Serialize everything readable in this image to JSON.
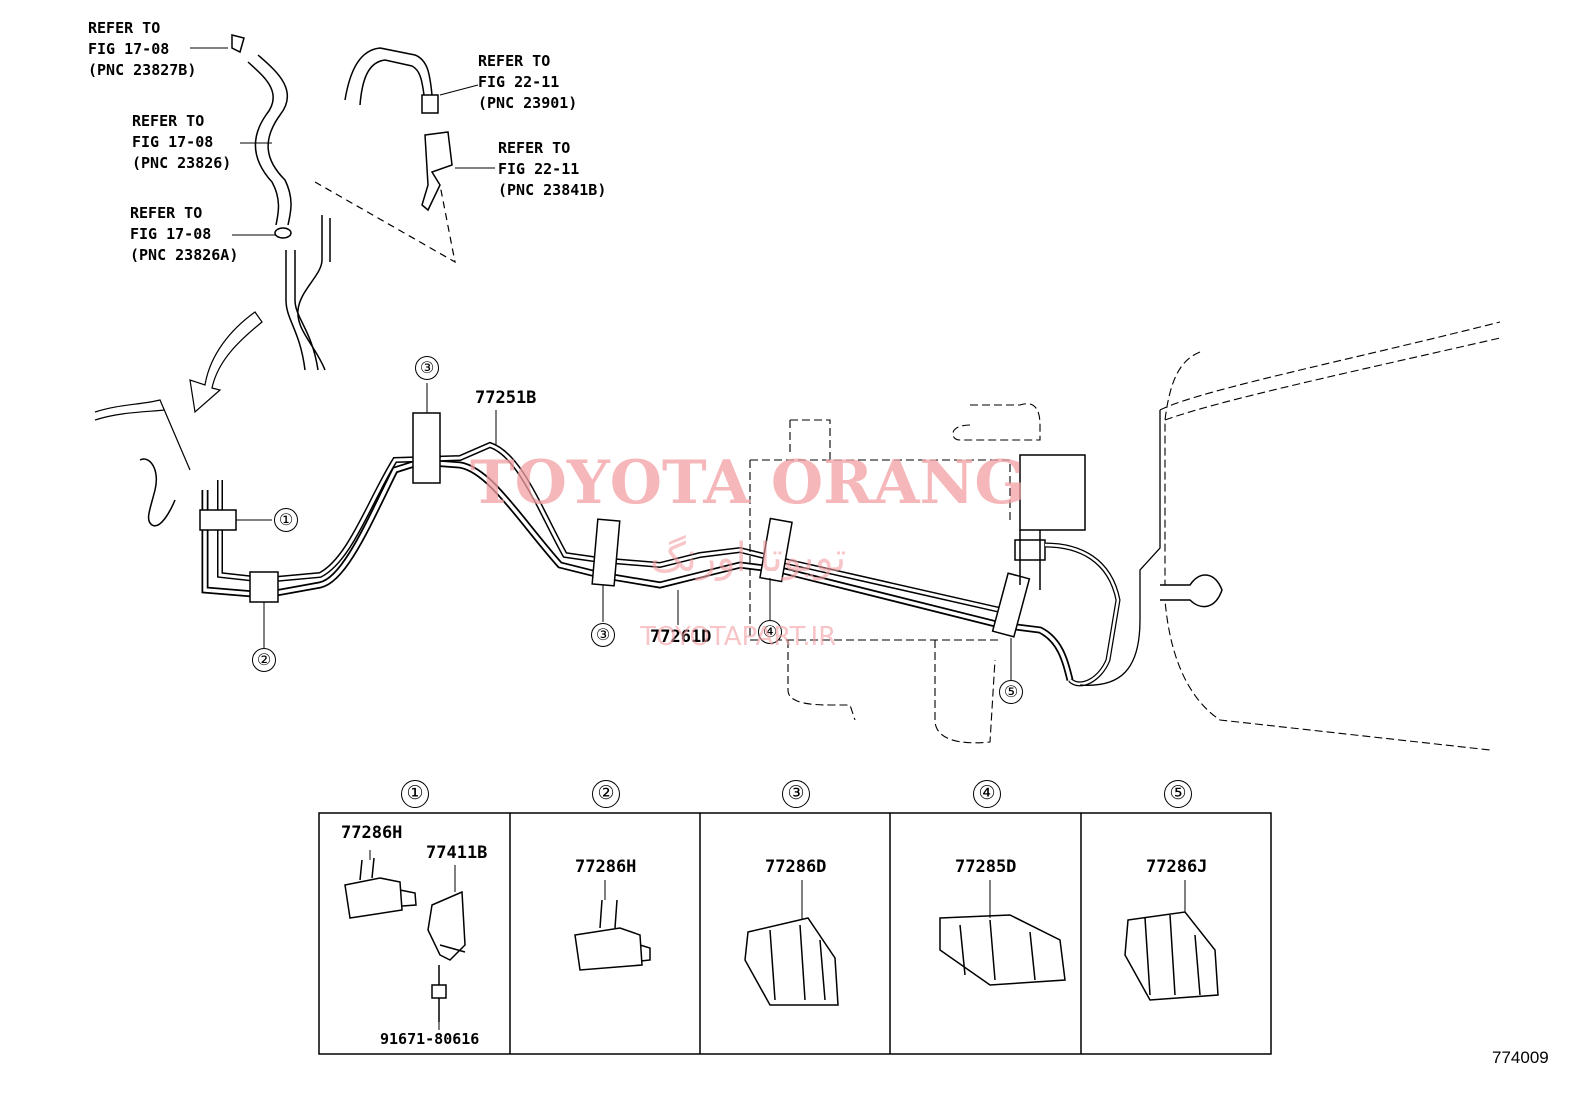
{
  "refs": [
    {
      "line1": "REFER TO",
      "line2": "FIG 17-08",
      "line3": "(PNC 23827B)"
    },
    {
      "line1": "REFER TO",
      "line2": "FIG 17-08",
      "line3": "(PNC 23826)"
    },
    {
      "line1": "REFER TO",
      "line2": "FIG 17-08",
      "line3": "(PNC 23826A)"
    },
    {
      "line1": "REFER TO",
      "line2": "FIG 22-11",
      "line3": "(PNC 23901)"
    },
    {
      "line1": "REFER TO",
      "line2": "FIG 22-11",
      "line3": "(PNC 23841B)"
    }
  ],
  "main_parts": {
    "upper_tube": "77251B",
    "lower_tube": "77261D"
  },
  "callouts": [
    "①",
    "②",
    "③",
    "④",
    "⑤"
  ],
  "panels": [
    {
      "num": "①",
      "parts": [
        "77286H",
        "77411B",
        "91671-80616"
      ]
    },
    {
      "num": "②",
      "parts": [
        "77286H"
      ]
    },
    {
      "num": "③",
      "parts": [
        "77286D"
      ]
    },
    {
      "num": "④",
      "parts": [
        "77285D"
      ]
    },
    {
      "num": "⑤",
      "parts": [
        "77286J"
      ]
    }
  ],
  "watermark": {
    "title": "TOYOTA ORANG",
    "persian": "تویوتا اورنگ",
    "url": "TOYOTAPART.IR"
  },
  "figure_code": "774009"
}
